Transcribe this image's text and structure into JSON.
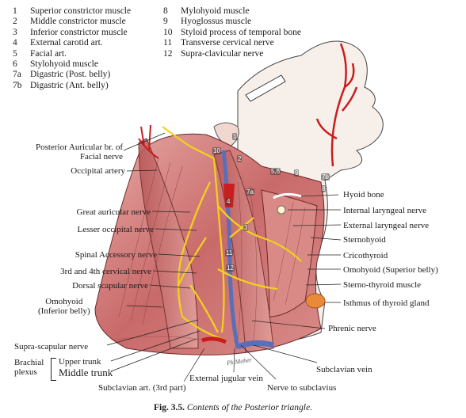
{
  "legend": {
    "left": [
      {
        "num": "1",
        "text": "Superior constrictor muscle"
      },
      {
        "num": "2",
        "text": "Middle constrictor muscle"
      },
      {
        "num": "3",
        "text": "Inferior constrictor muscle"
      },
      {
        "num": "4",
        "text": "External carotid art."
      },
      {
        "num": "5",
        "text": "Facial art."
      },
      {
        "num": "6",
        "text": "Stylohyoid muscle"
      },
      {
        "num": "7a",
        "text": "Digastric (Post. belly)"
      },
      {
        "num": "7b",
        "text": "Digastric (Ant. belly)"
      }
    ],
    "right": [
      {
        "num": "8",
        "text": "Mylohyoid muscle"
      },
      {
        "num": "9",
        "text": "Hyoglossus muscle"
      },
      {
        "num": "10",
        "text": "Styloid process of temporal bone"
      },
      {
        "num": "11",
        "text": "Transverse cervical nerve"
      },
      {
        "num": "12",
        "text": "Supra-clavicular nerve"
      }
    ]
  },
  "labels_left": {
    "posterior_auricular_1": "Posterior Auricular br. of",
    "posterior_auricular_2": "Facial nerve",
    "occipital_artery": "Occipital artery",
    "great_auricular": "Great auricular nerve",
    "lesser_occipital": "Lesser occipital nerve",
    "spinal_accessory": "Spinal Accessory nerve",
    "cervical_3_4": "3rd and 4th cervical nerve",
    "dorsal_scapular": "Dorsal scapular nerve",
    "omohyoid_inf_1": "Omohyoid",
    "omohyoid_inf_2": "(Inferior belly)",
    "supra_scapular": "Supra-scapular nerve",
    "brachial_1": "Brachial",
    "brachial_2": "plexus",
    "upper_trunk": "Upper trunk",
    "middle_trunk": "Middle trunk"
  },
  "labels_right": {
    "hyoid_bone": "Hyoid bone",
    "internal_laryngeal": "Internal laryngeal nerve",
    "external_laryngeal": "External laryngeal nerve",
    "sternohyoid": "Sternohyoid",
    "cricothyroid": "Cricothyroid",
    "omohyoid_sup": "Omohyoid (Superior belly)",
    "sternothyroid": "Sterno-thyroid muscle",
    "isthmus": "Isthmus of thyroid gland",
    "phrenic": "Phrenic nerve"
  },
  "labels_bottom": {
    "subclavian_art": "Subclavian art. (3rd part)",
    "external_jugular": "External jugular vein",
    "nerve_subclavius": "Nerve to subclavius",
    "subclavian_vein": "Subclavian vein"
  },
  "numbers_on_figure": {
    "n1": "1",
    "n2": "2",
    "n10": "10",
    "n9": "9",
    "n56": "5,6",
    "n7b": "7b",
    "n7a": "7a",
    "n8": "8",
    "n4": "4",
    "n11": "11",
    "n12": "12",
    "n3": "3"
  },
  "signature": "Pk Maher",
  "caption": {
    "fig": "Fig. 3.5.",
    "title": "Contents of the Posterior triangle."
  },
  "colors": {
    "muscle": "#c96a6a",
    "muscle_light": "#e3a3a0",
    "nerve": "#f2d21b",
    "artery": "#c81e1e",
    "vein": "#5a6fb8",
    "skin": "#f6ece6",
    "gland": "#e88a3a"
  }
}
